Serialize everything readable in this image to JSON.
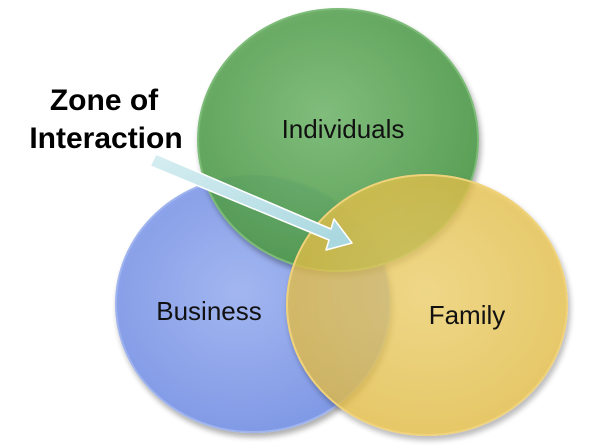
{
  "diagram": {
    "circles": {
      "individuals": {
        "label": "Individuals",
        "color": "#5fa85b"
      },
      "business": {
        "label": "Business",
        "color": "#8aa3ee"
      },
      "family": {
        "label": "Family",
        "color": "#efc94f"
      }
    },
    "callout": {
      "line1": "Zone of",
      "line2": "Interaction",
      "arrow_color": "#b9e1e8"
    }
  }
}
